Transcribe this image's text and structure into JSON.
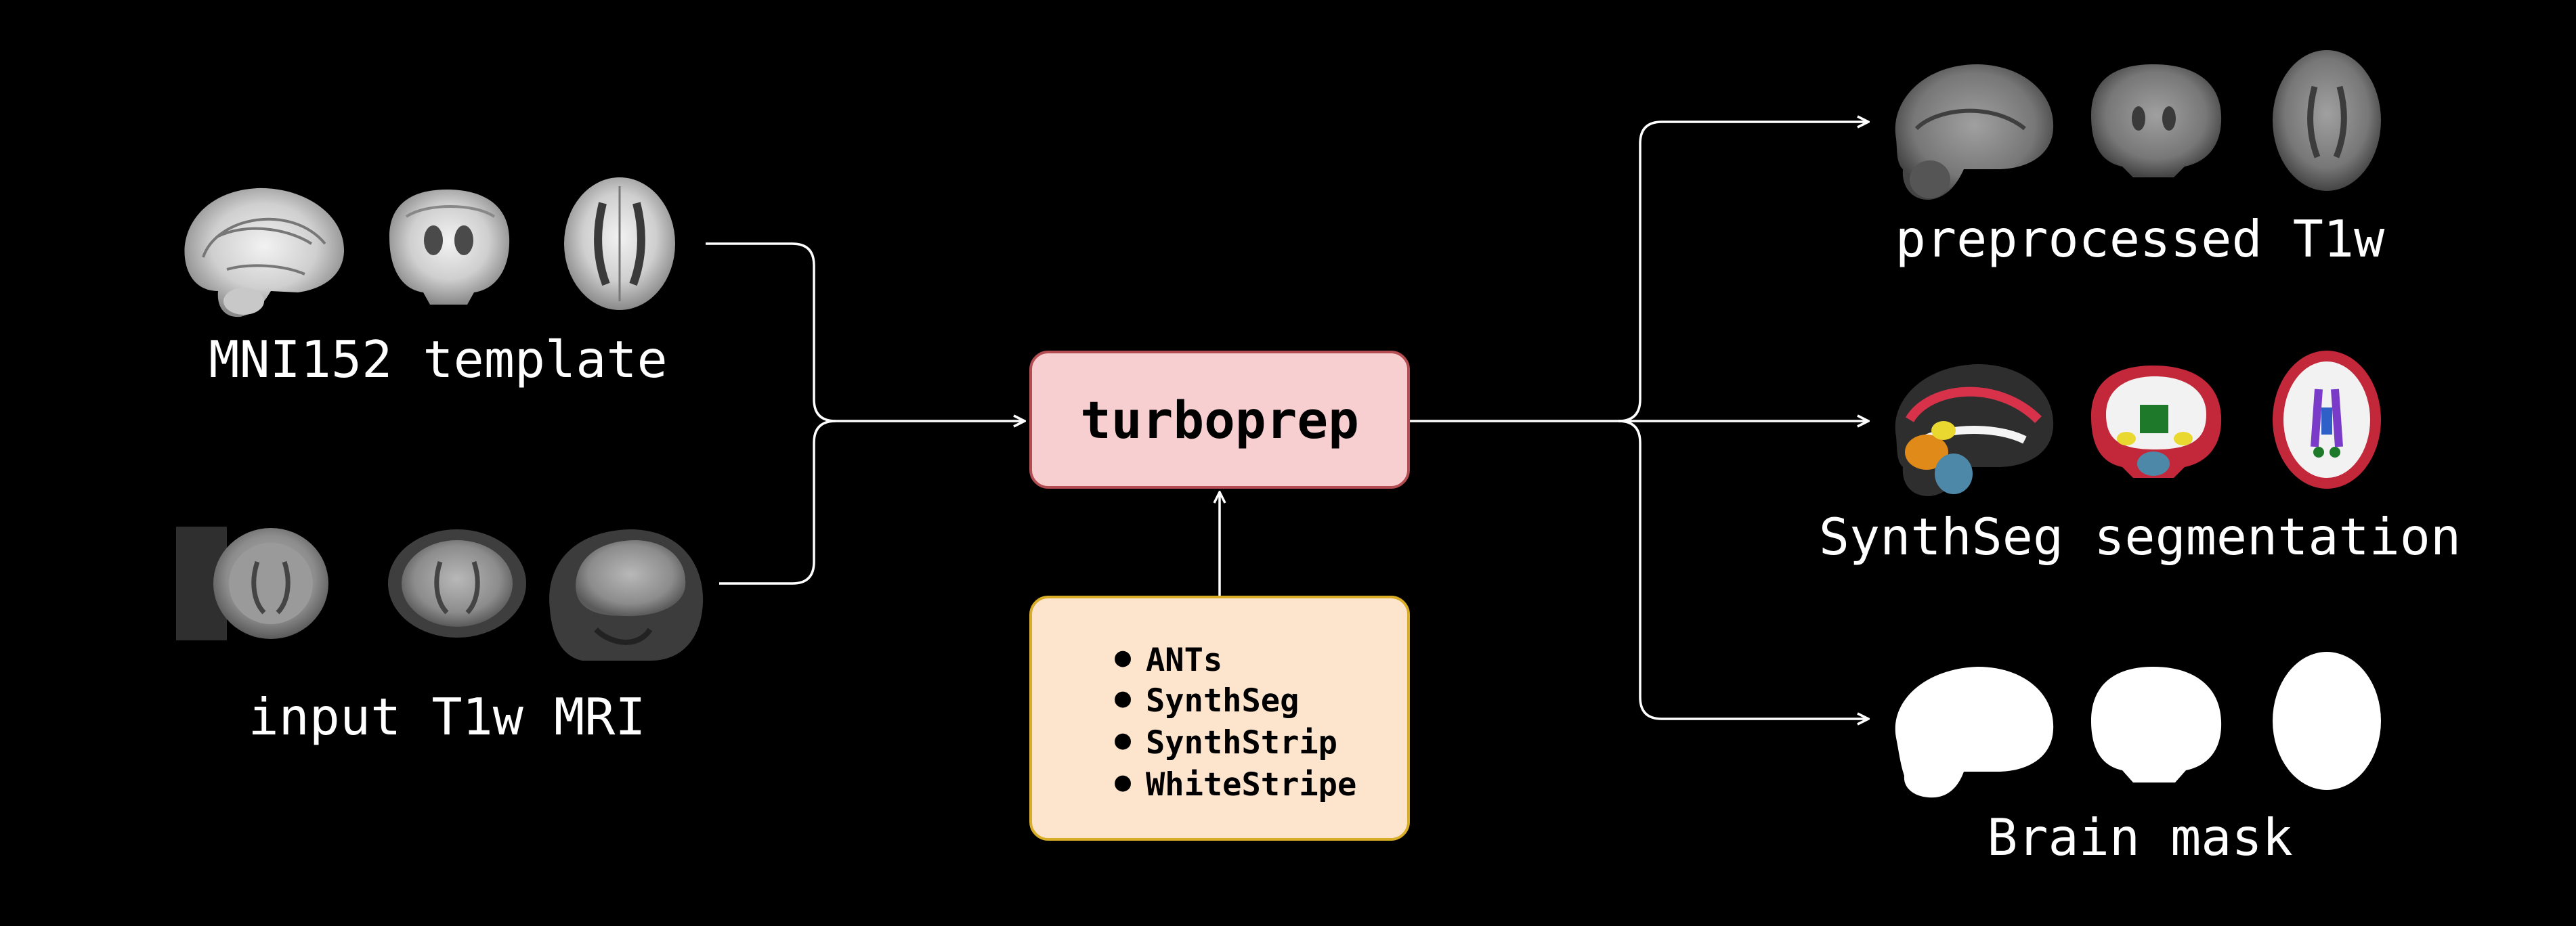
{
  "inputs": {
    "template_label": "MNI152 template",
    "t1w_label": "input T1w MRI"
  },
  "center": {
    "title": "turboprep",
    "tools": [
      "ANTs",
      "SynthSeg",
      "SynthStrip",
      "WhiteStripe"
    ]
  },
  "outputs": {
    "preprocessed_label": "preprocessed T1w",
    "segmentation_label": "SynthSeg segmentation",
    "mask_label": "Brain mask"
  },
  "colors": {
    "background": "#000000",
    "turboprep_fill": "#f8cfd0",
    "turboprep_border": "#b34d52",
    "tools_fill": "#fde5cd",
    "tools_border": "#d9ad28",
    "arrow": "#ffffff"
  }
}
